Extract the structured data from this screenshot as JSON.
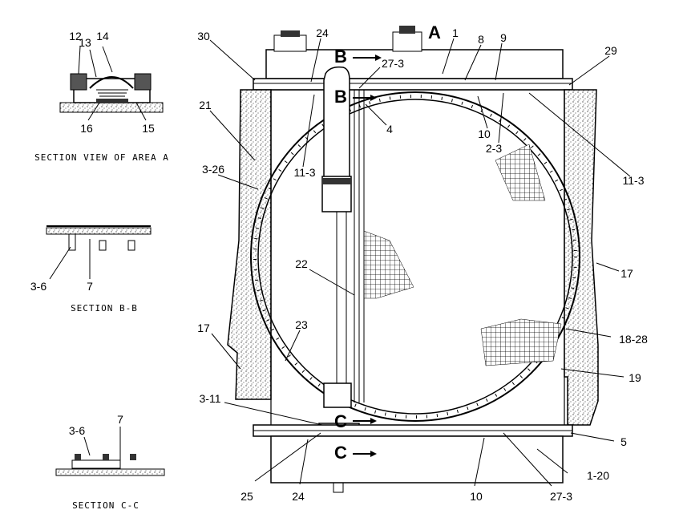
{
  "captions": {
    "section_a": "SECTION VIEW OF AREA A",
    "section_b": "SECTION B-B",
    "section_c": "SECTION C-C"
  },
  "section_markers": {
    "a": "A",
    "b_top": "B",
    "b_bottom": "B",
    "c_top": "C",
    "c_bottom": "C"
  },
  "labels": {
    "sa_12": "12",
    "sa_13": "13",
    "sa_14": "14",
    "sa_16": "16",
    "sa_15": "15",
    "sb_3_6": "3-6",
    "sb_7": "7",
    "sc_3_6": "3-6",
    "sc_7": "7",
    "m_30": "30",
    "m_24_top": "24",
    "m_27_3_top": "27-3",
    "m_1_top": "1",
    "m_8": "8",
    "m_9": "9",
    "m_29": "29",
    "m_21": "21",
    "m_4": "4",
    "m_10_top": "10",
    "m_2_3": "2-3",
    "m_11_3_left": "11-3",
    "m_11_3_right": "11-3",
    "m_3_26": "3-26",
    "m_22": "22",
    "m_17_right": "17",
    "m_17_left": "17",
    "m_23": "23",
    "m_18_28": "18-28",
    "m_19": "19",
    "m_3_11": "3-11",
    "m_5": "5",
    "m_1_20": "1-20",
    "m_25": "25",
    "m_24_bottom": "24",
    "m_10_bottom": "10",
    "m_27_3_bottom": "27-3"
  }
}
